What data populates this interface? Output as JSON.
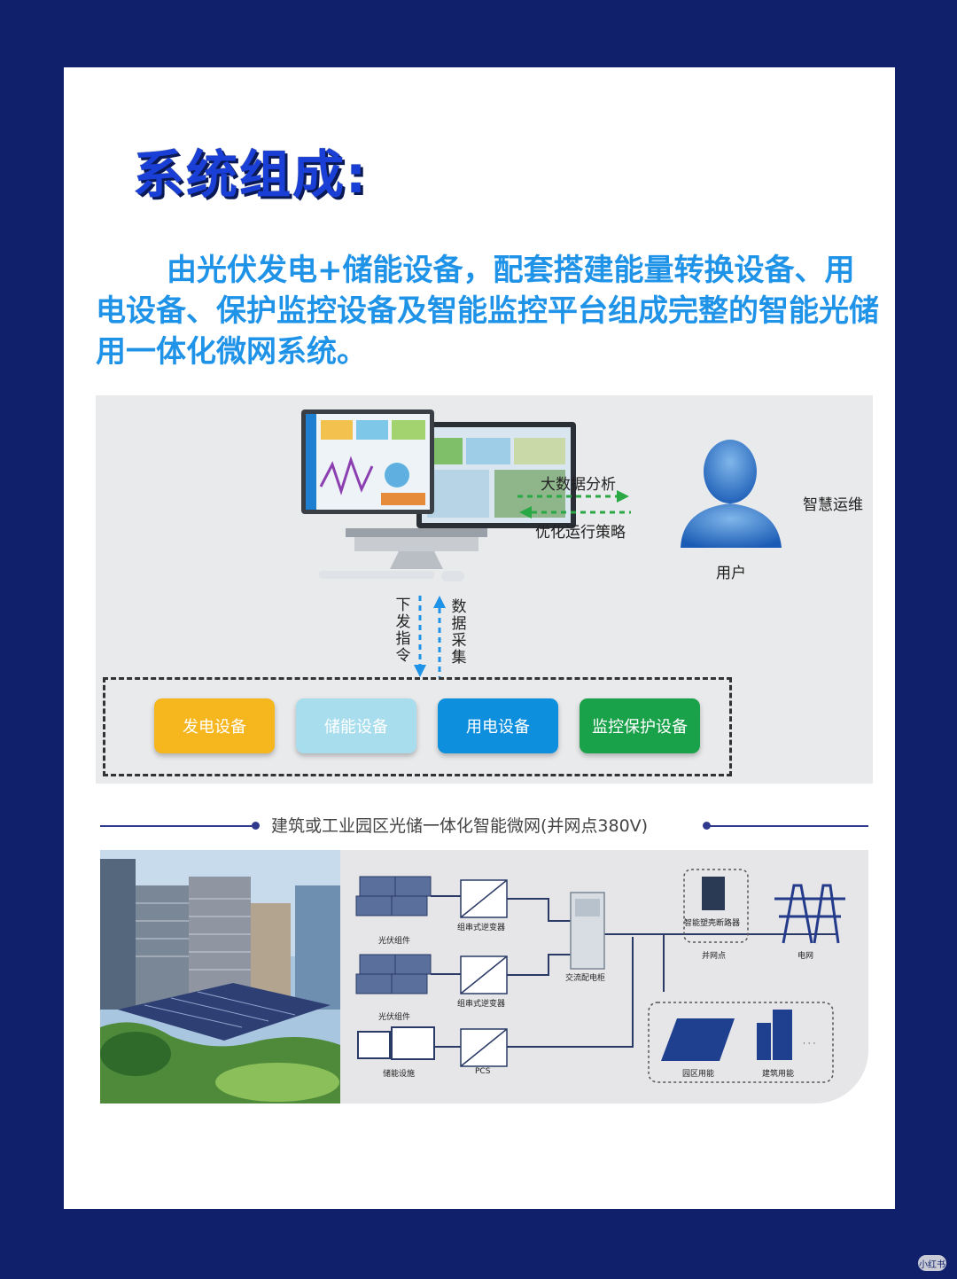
{
  "title": "系统组成:",
  "intro": "由光伏发电+储能设备，配套搭建能量转换设备、用电设备、保护监控设备及智能监控平台组成完整的智能光储用一体化微网系统。",
  "diagram": {
    "big_data": "大数据分析",
    "optimize": "优化运行策略",
    "user": "用户",
    "smart_ops": "智慧运维",
    "send_command": "下发指令",
    "data_collect": "数据采集",
    "devices": [
      "发电设备",
      "储能设备",
      "用电设备",
      "监控保护设备"
    ],
    "colors": {
      "generation": "#f6b61d",
      "storage": "#a8ddee",
      "consumption": "#0d8fdd",
      "protection": "#1aa24a"
    }
  },
  "section_title": "建筑或工业园区光储一体化智能微网(并网点380V)",
  "schematic": {
    "pv_module_1": "光伏组件",
    "string_inverter_1": "组串式逆变器",
    "pv_module_2": "光伏组件",
    "string_inverter_2": "组串式逆变器",
    "storage_facility": "储能设施",
    "pcs": "PCS",
    "ac_cabinet": "交流配电柜",
    "breaker": "智能塑壳断路器",
    "grid_point": "并网点",
    "grid": "电网",
    "park_load": "园区用能",
    "building_load": "建筑用能",
    "ellipsis": "· · ·"
  },
  "watermark": "小红书"
}
